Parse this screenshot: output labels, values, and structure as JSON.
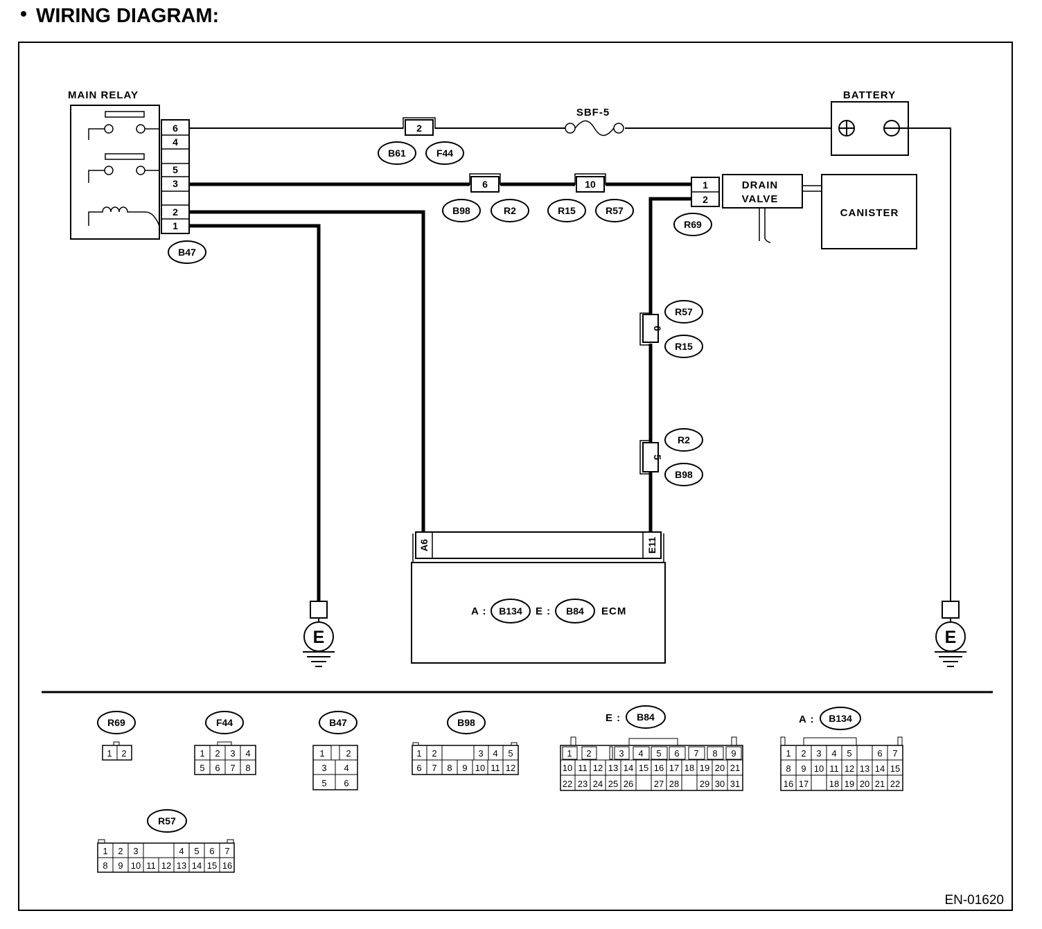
{
  "page": {
    "title": "WIRING DIAGRAM:",
    "code": "EN-01620"
  },
  "components": {
    "main_relay": "MAIN RELAY",
    "battery": "BATTERY",
    "fuse": "SBF-5",
    "drain_valve_line1": "DRAIN",
    "drain_valve_line2": "VALVE",
    "canister": "CANISTER",
    "ecm": "ECM",
    "earth": "E",
    "ecm_prefix_a": "A :",
    "ecm_prefix_e": "E :"
  },
  "main_relay_pins": [
    "6",
    "4",
    "5",
    "3",
    "2",
    "1"
  ],
  "drain_valve_pins": [
    "1",
    "2"
  ],
  "inline_pins": {
    "b61_f44": "2",
    "b98_r2_top": "6",
    "r15_r57_top": "10",
    "r57_r15_vert": "6",
    "r2_b98_vert": "5",
    "ecm_a": "A6",
    "ecm_e": "E11"
  },
  "connectors": {
    "b61": "B61",
    "f44": "F44",
    "b98": "B98",
    "r2": "R2",
    "r15": "R15",
    "r57": "R57",
    "r69": "R69",
    "b47": "B47",
    "b134": "B134",
    "b84": "B84"
  },
  "legend": {
    "r69": {
      "label": "R69",
      "rows": [
        [
          "1",
          "2"
        ]
      ]
    },
    "f44": {
      "label": "F44",
      "rows": [
        [
          "1",
          "2",
          "3",
          "4"
        ],
        [
          "5",
          "6",
          "7",
          "8"
        ]
      ]
    },
    "b47": {
      "label": "B47",
      "rows": [
        [
          "1",
          "2"
        ],
        [
          "3",
          "4"
        ],
        [
          "5",
          "6"
        ]
      ]
    },
    "b98": {
      "label": "B98",
      "rows": [
        [
          "1",
          "2",
          "3",
          "4",
          "5"
        ],
        [
          "6",
          "7",
          "8",
          "9",
          "10",
          "11",
          "12"
        ]
      ]
    },
    "b84": {
      "prefix": "E :",
      "label": "B84",
      "rows": [
        [
          "1",
          "2",
          "3",
          "4",
          "5",
          "6",
          "7",
          "8",
          "9"
        ],
        [
          "10",
          "11",
          "12",
          "13",
          "14",
          "15",
          "16",
          "17",
          "18",
          "19",
          "20",
          "21"
        ],
        [
          "22",
          "23",
          "24",
          "25",
          "26",
          "27",
          "28",
          "29",
          "30",
          "31"
        ]
      ]
    },
    "b134": {
      "prefix": "A :",
      "label": "B134",
      "rows": [
        [
          "1",
          "2",
          "3",
          "4",
          "5",
          "6",
          "7"
        ],
        [
          "8",
          "9",
          "10",
          "11",
          "12",
          "13",
          "14",
          "15"
        ],
        [
          "16",
          "17",
          "18",
          "19",
          "20",
          "21",
          "22"
        ]
      ]
    },
    "r57": {
      "label": "R57",
      "rows": [
        [
          "1",
          "2",
          "3",
          "4",
          "5",
          "6",
          "7"
        ],
        [
          "8",
          "9",
          "10",
          "11",
          "12",
          "13",
          "14",
          "15",
          "16"
        ]
      ]
    }
  }
}
